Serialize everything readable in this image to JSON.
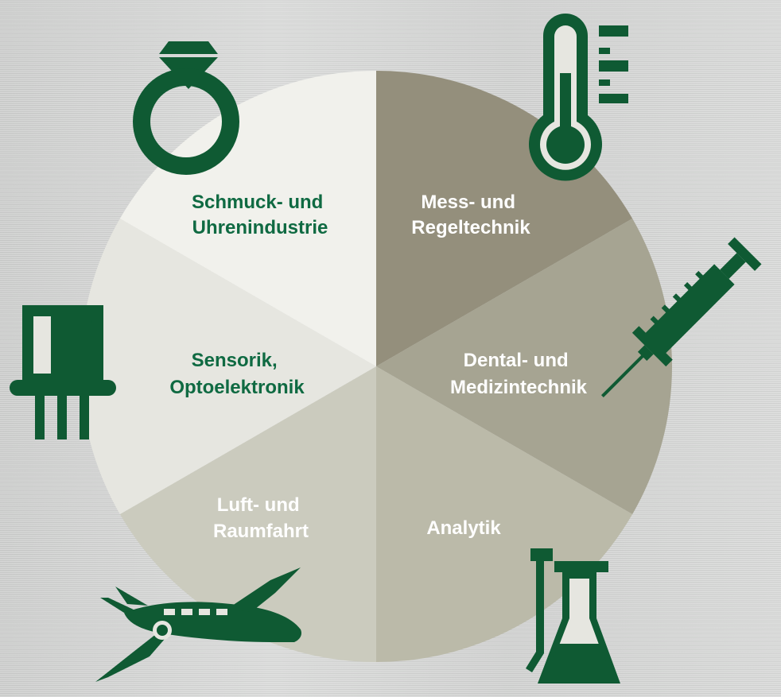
{
  "colors": {
    "icon": "#0f5a33",
    "label_light": "#0f6a42",
    "label_dark": "#ffffff"
  },
  "segments": [
    {
      "id": "mess-regeltechnik",
      "lines": [
        "Mess- und",
        "Regeltechnik"
      ],
      "fill": "#948f7c",
      "text_color": "#ffffff",
      "icon": "thermometer-icon"
    },
    {
      "id": "dental-medizintechnik",
      "lines": [
        "Dental- und",
        "Medizintechnik"
      ],
      "fill": "#a6a492",
      "text_color": "#ffffff",
      "icon": "syringe-icon"
    },
    {
      "id": "analytik",
      "lines": [
        "Analytik"
      ],
      "fill": "#bbbaa9",
      "text_color": "#ffffff",
      "icon": "flask-icon"
    },
    {
      "id": "luft-raumfahrt",
      "lines": [
        "Luft- und",
        "Raumfahrt"
      ],
      "fill": "#cbcbbe",
      "text_color": "#ffffff",
      "icon": "airplane-icon"
    },
    {
      "id": "sensorik-optoelektronik",
      "lines": [
        "Sensorik,",
        "Optoelektronik"
      ],
      "fill": "#e6e6e0",
      "text_color": "#0f6a42",
      "icon": "sensor-icon"
    },
    {
      "id": "schmuck-uhrenindustrie",
      "lines": [
        "Schmuck- und",
        "Uhrenindustrie"
      ],
      "fill": "#f1f1ec",
      "text_color": "#0f6a42",
      "icon": "ring-icon"
    }
  ]
}
